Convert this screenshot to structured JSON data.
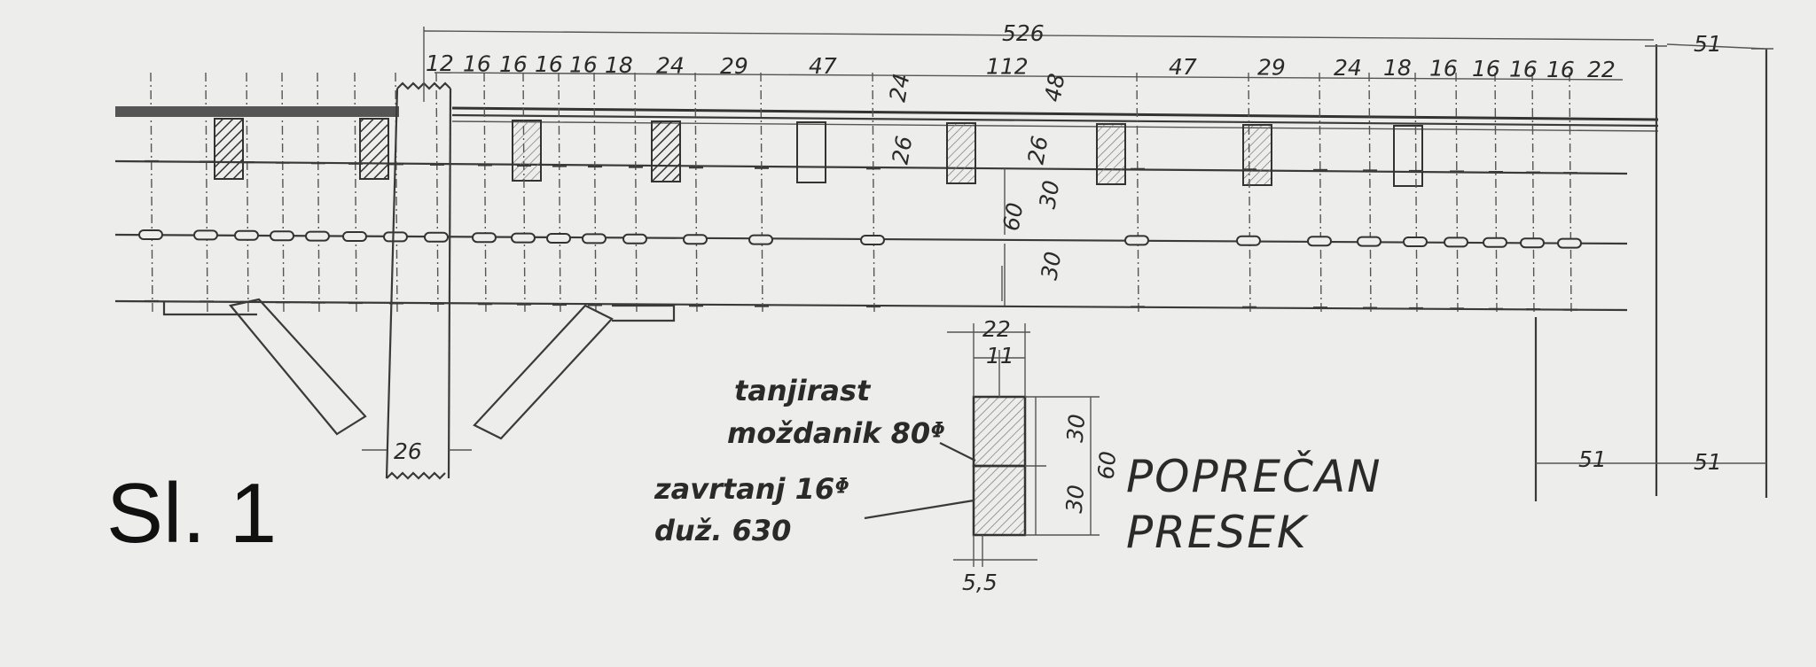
{
  "figure_label": "Sl. 1",
  "title_lines": [
    "POPREČAN",
    "PRESEK"
  ],
  "notes": {
    "dowel": [
      "tanjirast",
      "moždanik 80ᶲ"
    ],
    "bolt": [
      "zavrtanj 16ᶲ",
      "duž. 630"
    ]
  },
  "dimensions": {
    "overall_top": "526",
    "top_right": "51",
    "spacings": [
      "12",
      "16",
      "16",
      "16",
      "16",
      "18",
      "24",
      "29",
      "47",
      "112",
      "47",
      "29",
      "24",
      "18",
      "16",
      "16",
      "16",
      "16",
      "22"
    ],
    "center_small": [
      "24",
      "48"
    ],
    "center_vertical": [
      "26",
      "26",
      "60",
      "30",
      "30"
    ],
    "post_width": "26",
    "right_bottom": [
      "51",
      "51"
    ],
    "section_top": [
      "22",
      "11"
    ],
    "section_vertical": [
      "30",
      "30",
      "60"
    ],
    "section_bottom": "5,5"
  },
  "colors": {
    "ink": "#2a2a2a",
    "paper": "#ededeb"
  }
}
